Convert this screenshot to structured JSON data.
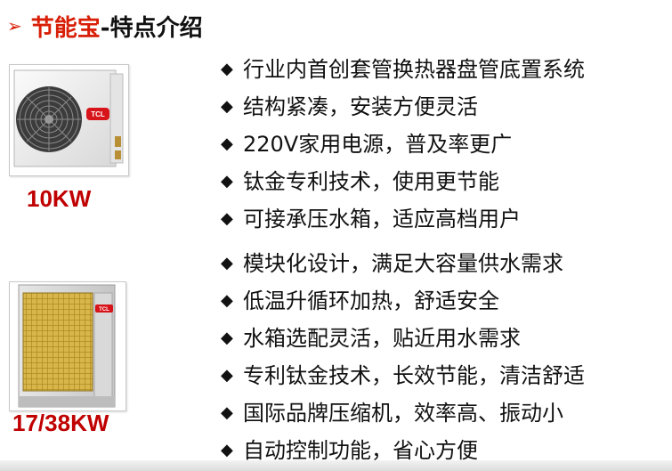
{
  "header": {
    "arrow": "➢",
    "highlight": "节能宝",
    "rest": "-特点介绍"
  },
  "products": [
    {
      "caption": "10KW",
      "brand": "TCL"
    },
    {
      "caption": "17/38KW",
      "brand": "TCL"
    }
  ],
  "features": [
    "行业内首创套管换热器盘管底置系统",
    "结构紧凑，安装方便灵活",
    "220V家用电源，普及率更广",
    "钛金专利技术，使用更节能",
    "可接承压水箱，适应高档用户",
    "模块化设计，满足大容量供水需求",
    "低温升循环加热，舒适安全",
    "水箱选配灵活，贴近用水需求",
    "专利钛金技术，长效节能，清洁舒适",
    "国际品牌压缩机，效率高、振动小",
    "自动控制功能，省心方便"
  ],
  "bullet": "◆"
}
